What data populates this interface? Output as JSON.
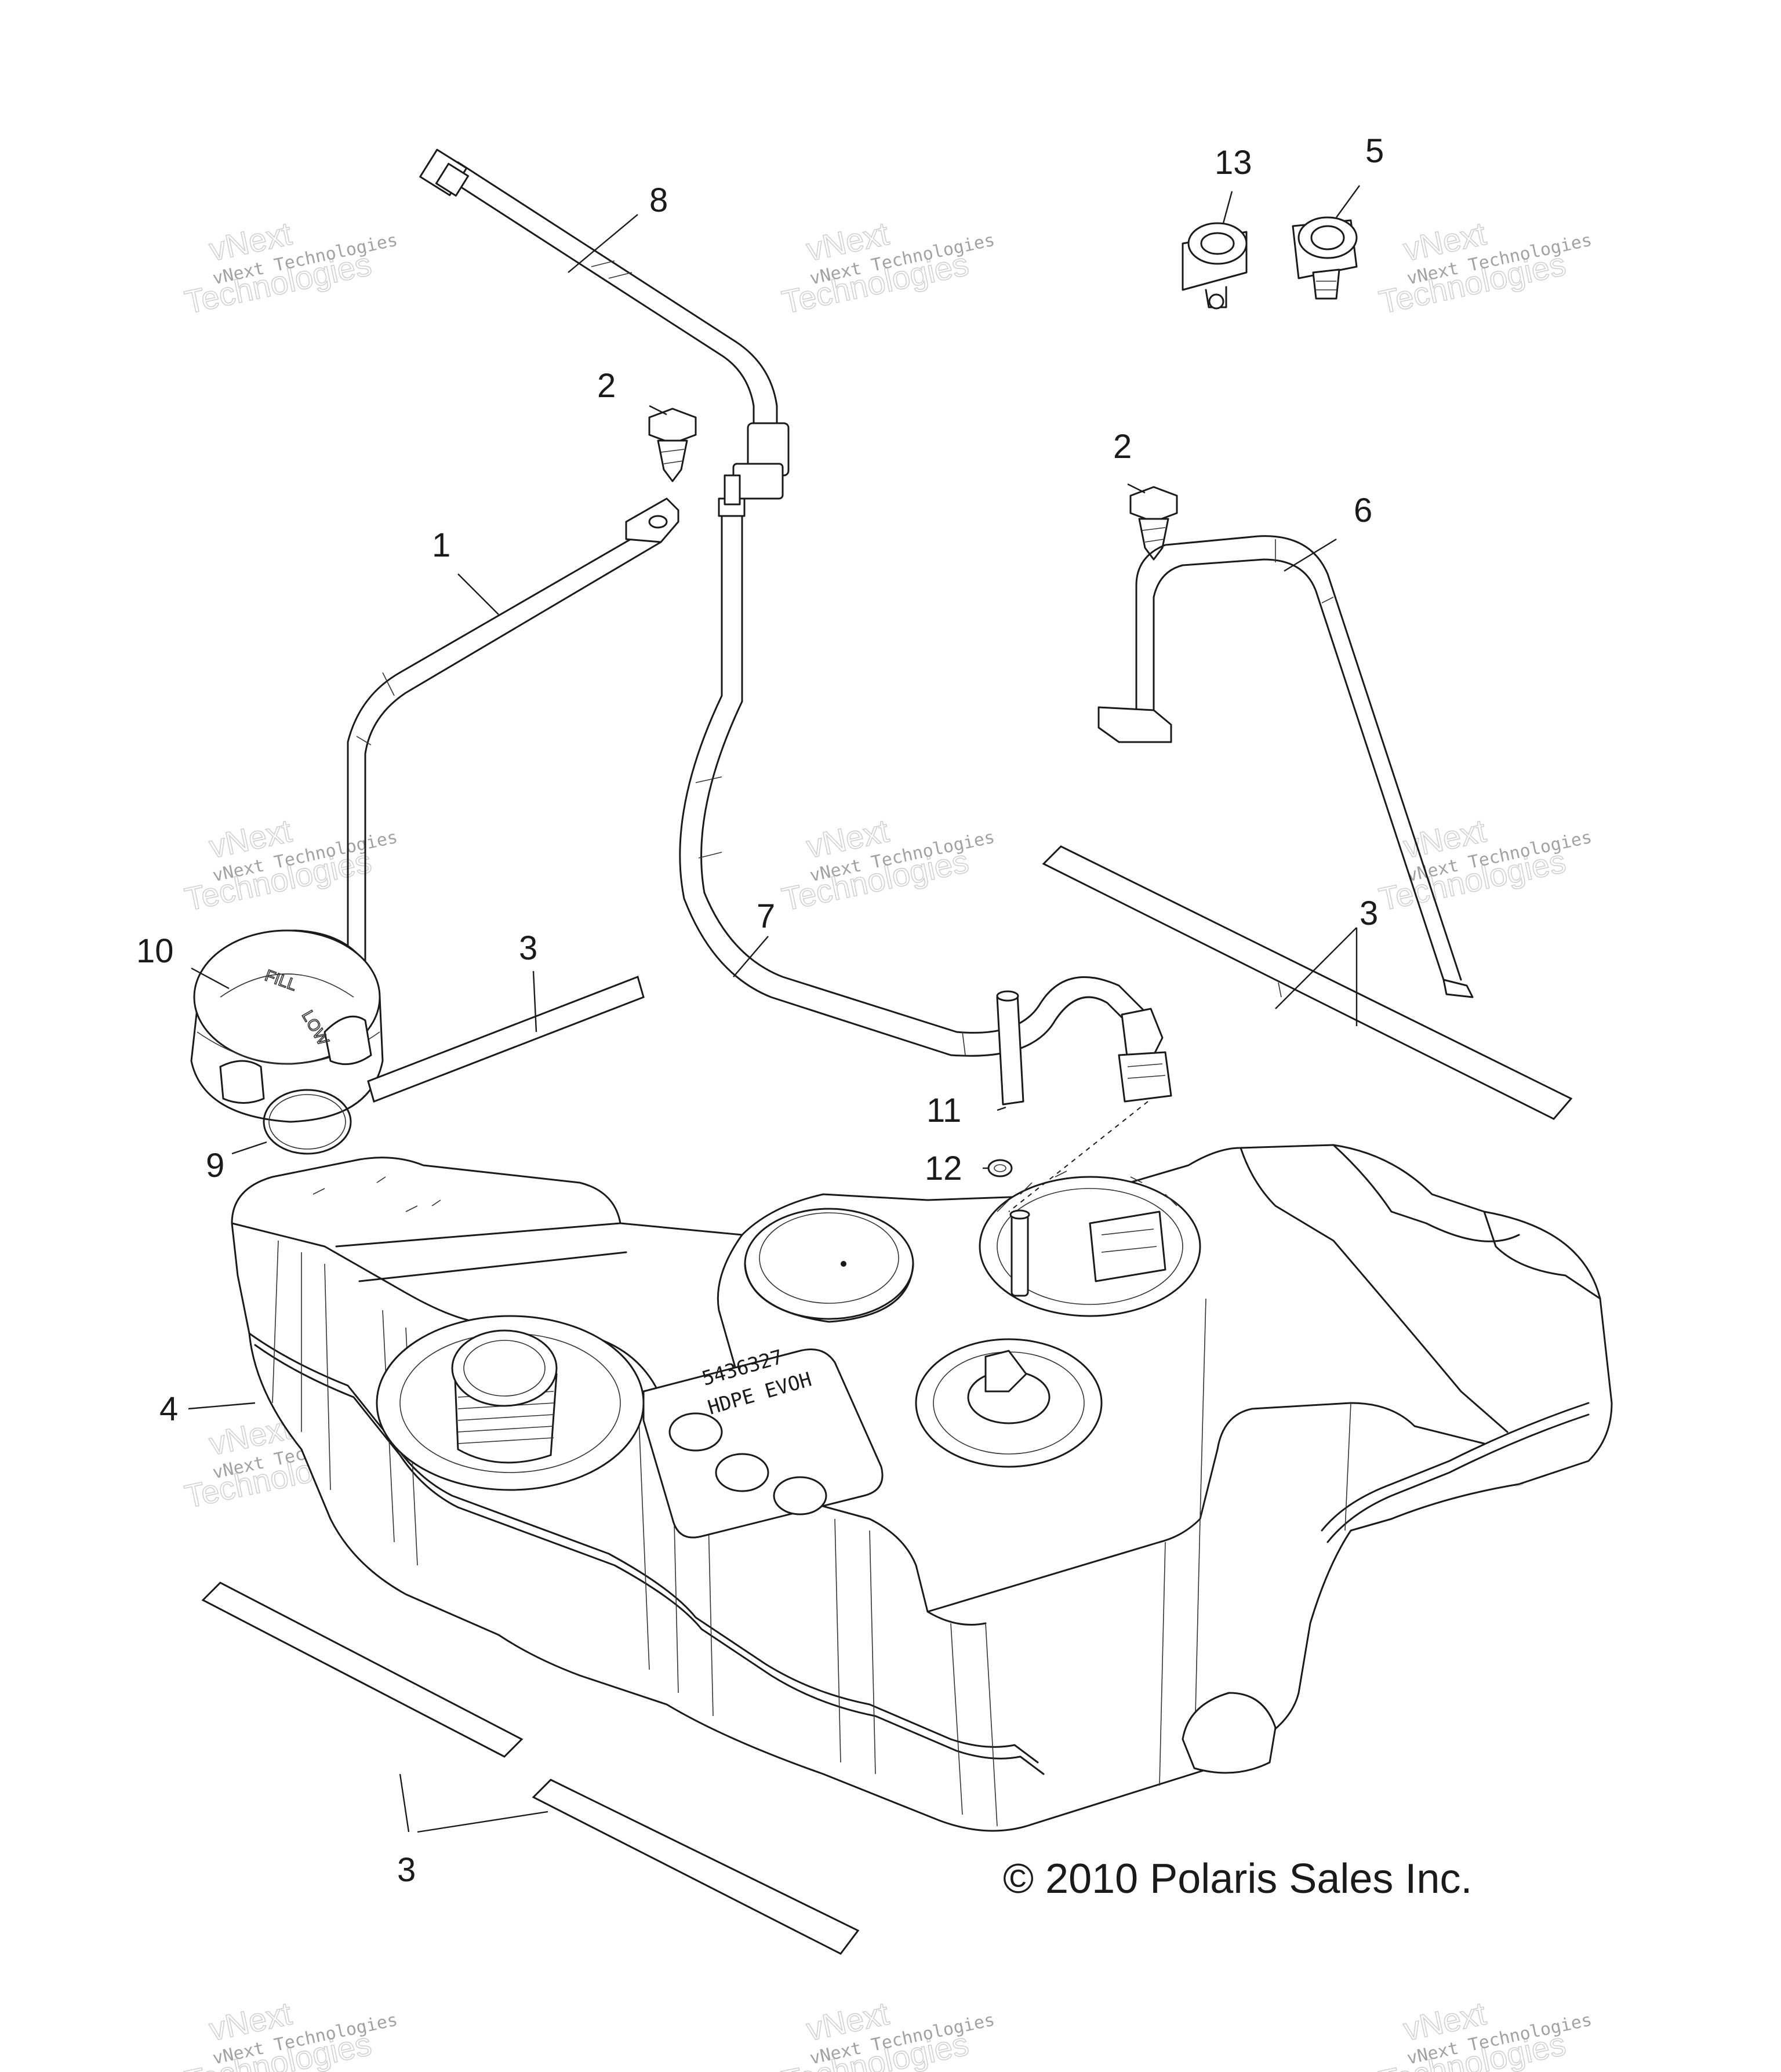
{
  "callouts": {
    "c1": "1",
    "c2a": "2",
    "c2b": "2",
    "c3a": "3",
    "c3b": "3",
    "c3c": "3",
    "c4": "4",
    "c5": "5",
    "c6": "6",
    "c7": "7",
    "c8": "8",
    "c9": "9",
    "c10": "10",
    "c11": "11",
    "c12": "12",
    "c13": "13"
  },
  "copyright": "© 2010 Polaris Sales Inc.",
  "watermark": {
    "line1": "vNext Technologies",
    "line2": "vNext",
    "line3": "Technologies"
  },
  "tank_marking": {
    "line1": "5436327",
    "line2": "HDPE EVOH"
  },
  "cap_text": {
    "a": "FILL",
    "b": "LOW"
  },
  "colors": {
    "line": "#1a1a1a",
    "background": "#ffffff",
    "watermark": "#999999"
  }
}
